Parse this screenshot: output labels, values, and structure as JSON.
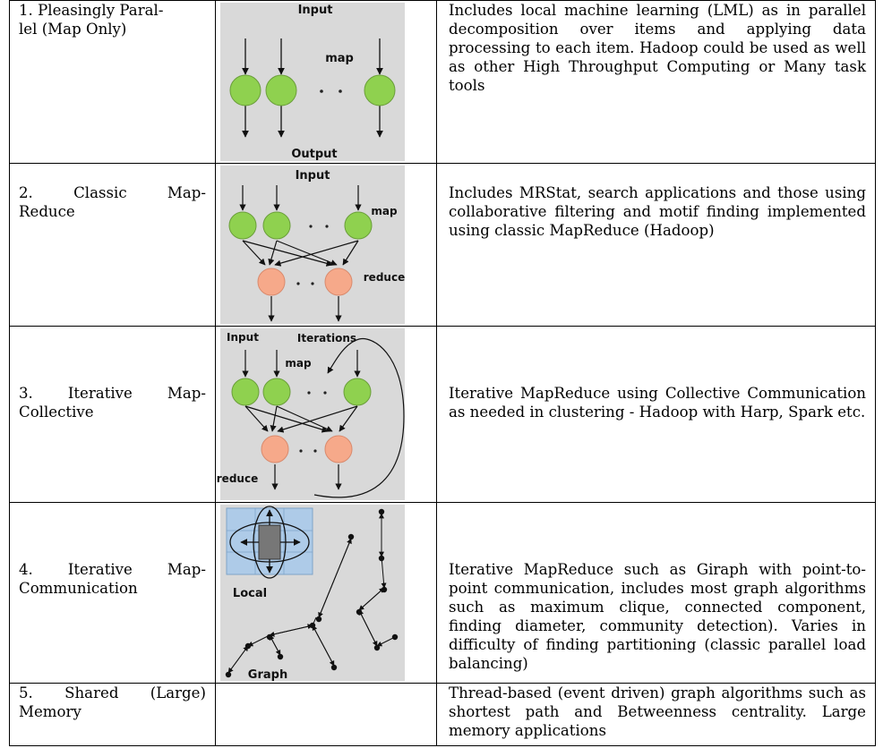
{
  "rows": [
    {
      "name": "1. Pleasingly Paral-lel (Map Only)",
      "name_lines": [
        "1. Pleasingly Paral-",
        "lel (Map Only)"
      ],
      "description": "Includes local machine learning (LML) as in parallel decomposition over items and applying data processing to each item. Hadoop could be used as well as other High Throughput Computing or Many task tools",
      "figure": {
        "top_label": "Input",
        "map_label": "map",
        "bottom_label": "Output"
      }
    },
    {
      "name": "2. Classic Map-Reduce",
      "name_lines": [
        "2.    Classic    Map-",
        "Reduce"
      ],
      "description": "Includes MRStat, search applications and those using collaborative filtering and motif finding implemented using classic MapReduce (Hadoop)",
      "figure": {
        "top_label": "Input",
        "map_label": "map",
        "reduce_label": "reduce"
      }
    },
    {
      "name": "3. Iterative Map-Collective",
      "name_lines": [
        "3.   Iterative   Map-",
        "Collective"
      ],
      "description": "Iterative MapReduce using Collective Communication as needed in clustering - Hadoop with Harp, Spark etc.",
      "figure": {
        "top_label": "Input",
        "iter_label": "Iterations",
        "map_label": "map",
        "reduce_label": "reduce"
      }
    },
    {
      "name": "4. Iterative Map-Communication",
      "name_lines": [
        "4.   Iterative   Map-",
        "Communication"
      ],
      "description": "Iterative MapReduce such as Giraph with point-to-point communication, includes most graph algorithms such as maximum clique, connected component, finding diameter, community detection). Varies in difficulty of finding partitioning (classic parallel load balancing)",
      "figure": {
        "local_label": "Local",
        "graph_label": "Graph"
      }
    },
    {
      "name": "5. Shared (Large) Memory",
      "name_lines": [
        "5.  Shared  (Large)",
        "Memory"
      ],
      "description": "Thread-based (event driven) graph algorithms such as shortest path and Betweenness centrality. Large memory applications"
    }
  ],
  "colors": {
    "map_node": "#8fd14f",
    "reduce_node": "#f6a98a",
    "figure_bg": "#d9d9d9",
    "local_box": "#aecbe8"
  }
}
